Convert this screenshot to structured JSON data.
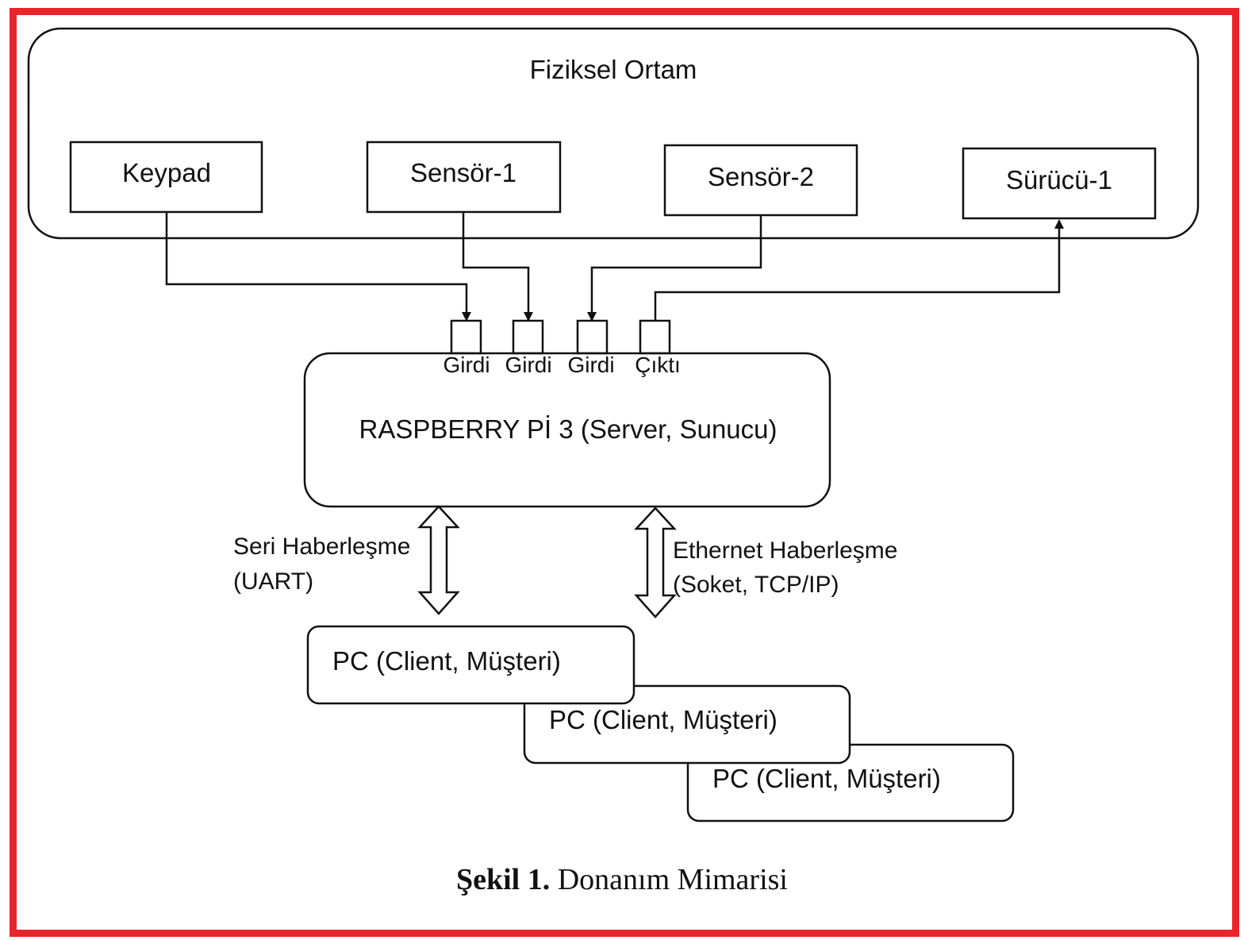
{
  "diagram": {
    "environment_label": "Fiziksel Ortam",
    "devices": {
      "keypad": "Keypad",
      "sensor1": "Sensör-1",
      "sensor2": "Sensör-2",
      "driver1": "Sürücü-1"
    },
    "ports": {
      "p1": "Girdi",
      "p2": "Girdi",
      "p3": "Girdi",
      "p4": "Çıktı"
    },
    "server_label": "RASPBERRY Pİ 3 (Server, Sunucu)",
    "serial": {
      "line1": "Seri Haberleşme",
      "line2": "(UART)"
    },
    "ethernet": {
      "line1": "Ethernet Haberleşme",
      "line2": "(Soket, TCP/IP)"
    },
    "clients": {
      "c1": "PC (Client, Müşteri)",
      "c2": "PC (Client, Müşteri)",
      "c3": "PC (Client, Müşteri)"
    }
  },
  "caption": {
    "number": "Şekil 1.",
    "title": "Donanım Mimarisi"
  },
  "colors": {
    "frame": "#e8262a",
    "stroke": "#111111",
    "background": "#ffffff"
  }
}
